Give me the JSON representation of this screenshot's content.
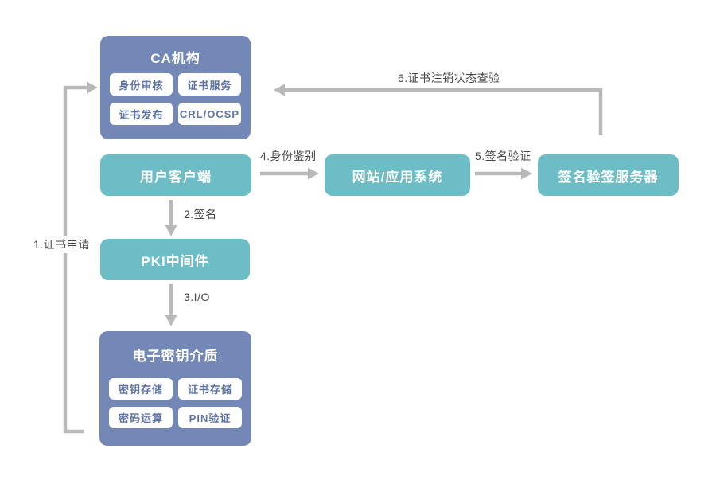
{
  "nodes": {
    "ca": {
      "label": "CA机构",
      "children": [
        "身份审核",
        "证书服务",
        "证书发布",
        "CRL/OCSP"
      ]
    },
    "client": {
      "label": "用户客户端"
    },
    "webapp": {
      "label": "网站/应用系统"
    },
    "sign_server": {
      "label": "签名验签服务器"
    },
    "middleware": {
      "label": "PKI中间件"
    },
    "key_medium": {
      "label": "电子密钥介质",
      "children": [
        "密钥存储",
        "证书存储",
        "密码运算",
        "PIN验证"
      ]
    }
  },
  "edges": {
    "cert_request": {
      "label": "1.证书申请"
    },
    "sign": {
      "label": "2.签名"
    },
    "io": {
      "label": "3.I/O"
    },
    "identity_auth": {
      "label": "4.身份鉴别"
    },
    "signature_verify": {
      "label": "5.签名验证"
    },
    "revocation_check": {
      "label": "6.证书注销状态查验"
    }
  },
  "colors": {
    "node_blue": "#7388b6",
    "node_teal": "#6cbdc5",
    "subbox_bg": "#ffffff",
    "subbox_text": "#5e73a4",
    "arrow": "#b9b9b9",
    "label_text": "#474747",
    "background": "#ffffff"
  }
}
